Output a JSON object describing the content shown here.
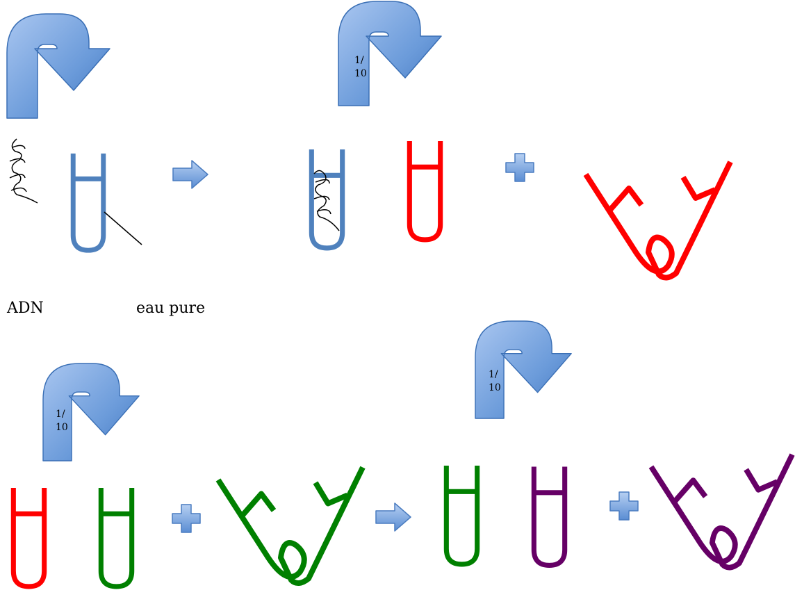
{
  "labels": {
    "dna": "ADN",
    "water": "eau pure",
    "dilution": "1/\n10"
  },
  "colors": {
    "blue": "#4F81BD",
    "red": "#FF0000",
    "green": "#008000",
    "purple": "#660066",
    "arrow_light": "#A7C4EE",
    "arrow_dark": "#4A7CC0",
    "arrow_edge": "#3A6FB5"
  },
  "icons": [
    "curved-arrow-icon",
    "right-arrow-icon",
    "plus-icon",
    "test-tube-icon",
    "crossed-tubes-icon",
    "dna-coil-icon",
    "pipette-line-icon"
  ]
}
